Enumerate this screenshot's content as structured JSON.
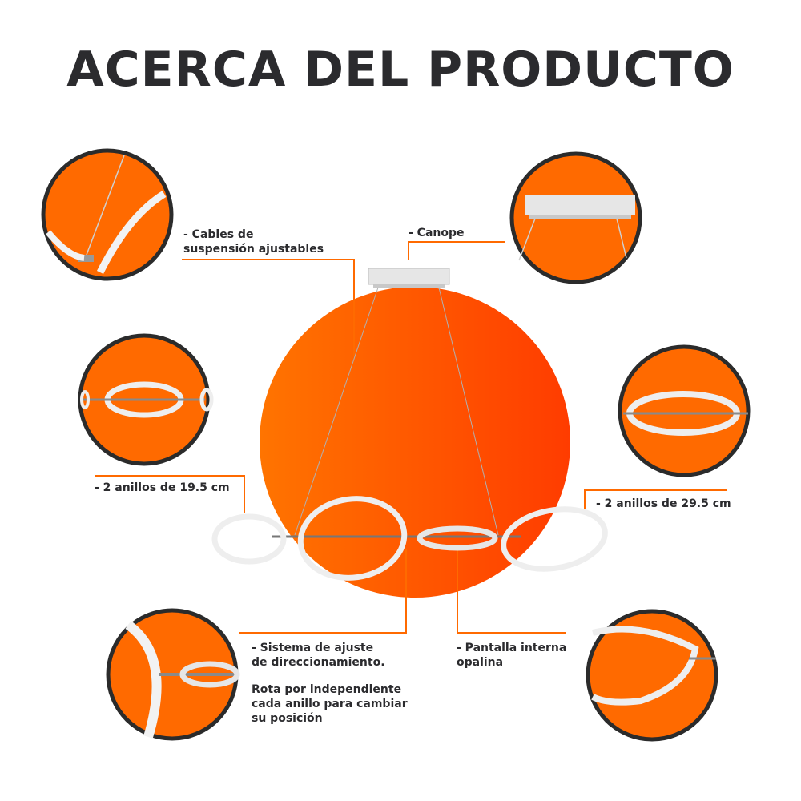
{
  "title": "ACERCA DEL PRODUCTO",
  "colors": {
    "accent": "#ff6a00",
    "accent_dark": "#ff3a00",
    "text": "#2b2b2e",
    "ring": "#eeeeee"
  },
  "labels": {
    "cables_1": "- Cables de",
    "cables_2": "suspensión ajustables",
    "canope": "- Canope",
    "rings_small": "- 2 anillos de 19.5 cm",
    "rings_large": "- 2 anillos de 29.5 cm",
    "ajuste_1": "- Sistema de ajuste",
    "ajuste_2": "de direccionamiento.",
    "rota_1": "Rota por independiente",
    "rota_2": "cada anillo para cambiar",
    "rota_3": "su posición",
    "pantalla_1": "- Pantalla interna",
    "pantalla_2": "opalina"
  }
}
